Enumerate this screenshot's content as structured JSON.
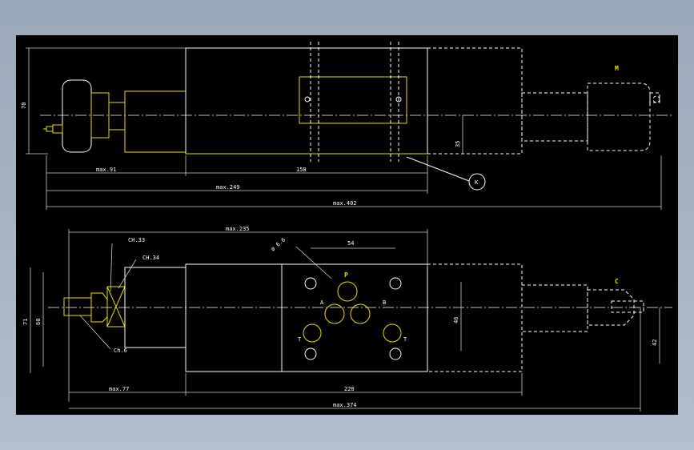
{
  "top_view": {
    "dims": {
      "height": "70",
      "offset": "35",
      "left": "max.91",
      "body": "158",
      "overall1": "max.249",
      "overall2": "max.402"
    },
    "labels": {
      "solenoid": "M",
      "callout": "K"
    }
  },
  "bottom_view": {
    "dims": {
      "top": "max.235",
      "hole": "ø 6.6",
      "ports_span": "54",
      "wrench1": "CH.33",
      "wrench2": "CH.34",
      "wrench3": "Ch.6",
      "height1": "71",
      "height2": "60",
      "port_pitch": "46",
      "right_offset": "42",
      "left": "max.77",
      "body": "220",
      "overall": "max.374"
    },
    "ports": {
      "p": "P",
      "a": "A",
      "b": "B",
      "t1": "T",
      "t2": "T"
    },
    "labels": {
      "solenoid": "C"
    }
  }
}
